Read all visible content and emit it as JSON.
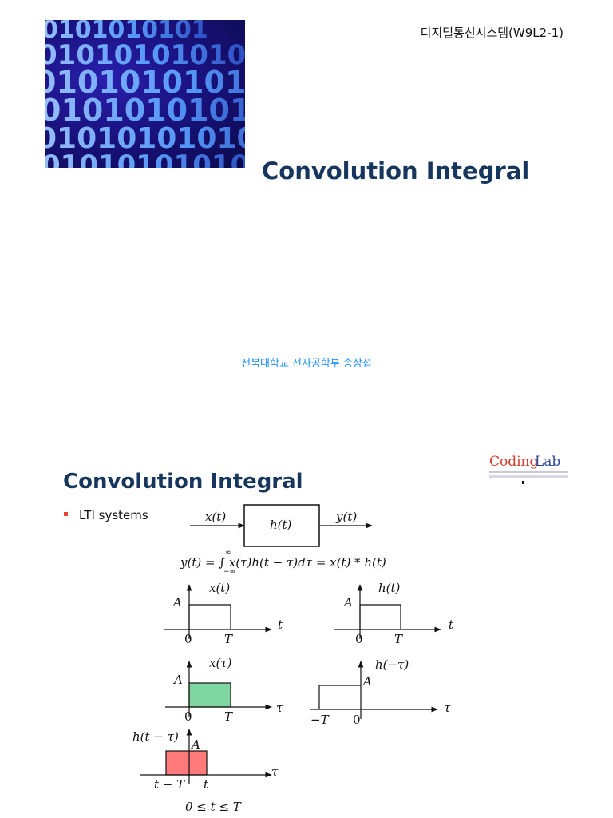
{
  "slide1": {
    "course_code": "디지털통신시스템(W9L2-1)",
    "title": "Convolution Integral",
    "author": "전북대학교 전자공학부 송상섭",
    "hero_rows": [
      "0101010101",
      "01010101010",
      "0101010101010",
      "01010101010",
      "0101010101010",
      "01010101010"
    ]
  },
  "slide2": {
    "title": "Convolution Integral",
    "logo_text_1": "Coding",
    "logo_text_2": "Lab",
    "bullet": "LTI systems",
    "block": {
      "input": "x(t)",
      "system": "h(t)",
      "output": "y(t)"
    },
    "equation": "y(t) = ∫ x(τ)h(t − τ)dτ = x(t) * h(t)",
    "eq_upper": "∞",
    "eq_lower": "−∞",
    "plots": {
      "x_t": {
        "label": "x(t)",
        "amp": "A",
        "axis": "t",
        "zero": "0",
        "end": "T"
      },
      "h_t": {
        "label": "h(t)",
        "amp": "A",
        "axis": "t",
        "zero": "0",
        "end": "T"
      },
      "x_tau": {
        "label": "x(τ)",
        "amp": "A",
        "axis": "τ",
        "zero": "0",
        "end": "T",
        "fill": "#7fd6a0"
      },
      "h_neg_tau": {
        "label": "h(−τ)",
        "amp": "A",
        "axis": "τ",
        "start": "−T",
        "zero": "0"
      },
      "h_shift": {
        "label": "h(t − τ)",
        "amp": "A",
        "axis": "τ",
        "start": "t − T",
        "end": "t",
        "fill": "#ff7b7b"
      }
    },
    "condition": "0 ≤ t ≤ T"
  }
}
